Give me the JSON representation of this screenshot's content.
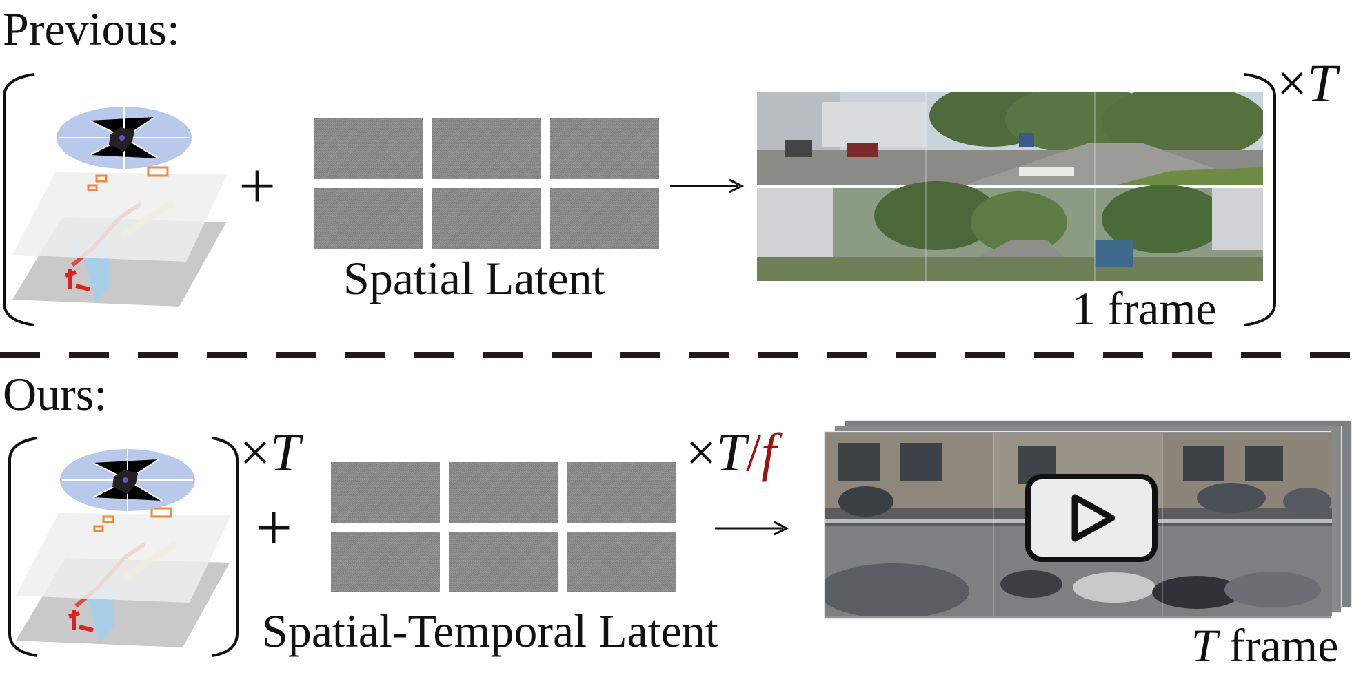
{
  "previous": {
    "label": "Previous:",
    "plus": "+",
    "latent_caption": "Spatial Latent",
    "output_caption": "1 frame",
    "multiplier_prefix": "×",
    "multiplier_var": "T"
  },
  "ours": {
    "label": "Ours:",
    "plus": "+",
    "latent_caption": "Spatial-Temporal Latent",
    "condition_multiplier_prefix": "×",
    "condition_multiplier_var": "T",
    "latent_multiplier_prefix": "×",
    "latent_multiplier_T": "T",
    "latent_multiplier_slash": "/",
    "latent_multiplier_f": "f",
    "output_caption_var": "T",
    "output_caption_text": " frame",
    "play_icon": "play-icon"
  },
  "colors": {
    "accent_red": "#a01010",
    "divider": "#231815",
    "layout_blue": "#b9c9ec"
  }
}
